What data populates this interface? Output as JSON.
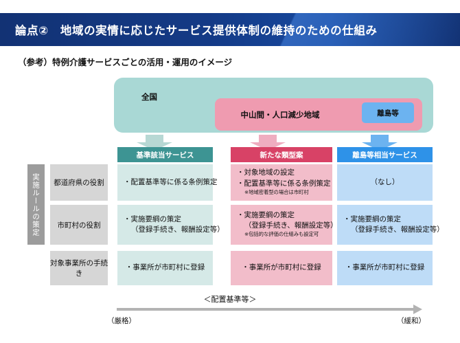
{
  "header": {
    "title": "論点②　地域の実情に応じたサービス提供体制の維持のための仕組み",
    "band_color": "#123274",
    "accent_color": "#2f63c8"
  },
  "subheading": "（参考）特例介護サービスごとの活用・運用のイメージ",
  "scope_diagram": {
    "national": {
      "label": "全国",
      "color": "#a9d8d5"
    },
    "rural": {
      "label": "中山間・人口減少地域",
      "color": "#ef9bb0"
    },
    "island": {
      "label": "離島等",
      "color": "#6cb3f0"
    },
    "arrows": [
      {
        "name": "arrow-standard",
        "color": "#b7d8d4"
      },
      {
        "name": "arrow-new-type",
        "color": "#efadc0"
      },
      {
        "name": "arrow-island",
        "color": "#6cb3f0"
      }
    ]
  },
  "table": {
    "vertical_label": "実施ルールの策定",
    "columns": [
      {
        "key": "standard",
        "header": "基準該当サービス",
        "header_color": "#3d9493",
        "cell_color": "#d5e9e7"
      },
      {
        "key": "newtype",
        "header": "新たな類型案",
        "header_color": "#d84266",
        "cell_color": "#f2bdca"
      },
      {
        "key": "island",
        "header": "離島等相当サービス",
        "header_color": "#2e92e8",
        "cell_color": "#bedcf7"
      }
    ],
    "rows": [
      {
        "label": "都道府県の役割",
        "cells": {
          "standard": {
            "lines": [
              "・配置基準等に係る条例策定"
            ],
            "note": ""
          },
          "newtype": {
            "lines": [
              "・対象地域の設定",
              "・配置基準等に係る条例策定"
            ],
            "note": "※地域密着型の場合は市町村"
          },
          "island": {
            "lines": [
              "（なし）"
            ],
            "note": "",
            "centered": true
          }
        }
      },
      {
        "label": "市町村の役割",
        "cells": {
          "standard": {
            "lines": [
              "・実施要綱の策定",
              "（登録手続き、報酬設定等）"
            ],
            "note": ""
          },
          "newtype": {
            "lines": [
              "・実施要綱の策定",
              "（登録手続き、報酬設定等）"
            ],
            "note": "※包括的な評価の仕組みも設定可"
          },
          "island": {
            "lines": [
              "・実施要綱の策定",
              "（登録手続き、報酬設定等）"
            ],
            "note": ""
          }
        }
      },
      {
        "label": "対象事業所の手続き",
        "cells": {
          "standard": {
            "lines": [
              "・事業所が市町村に登録"
            ],
            "note": ""
          },
          "newtype": {
            "lines": [
              "・事業所が市町村に登録"
            ],
            "note": ""
          },
          "island": {
            "lines": [
              "・事業所が市町村に登録"
            ],
            "note": ""
          }
        }
      }
    ]
  },
  "axis": {
    "title": "＜配置基準等＞",
    "left_end": "（厳格）",
    "right_end": "（緩和）",
    "color": "#b3b3b3"
  }
}
